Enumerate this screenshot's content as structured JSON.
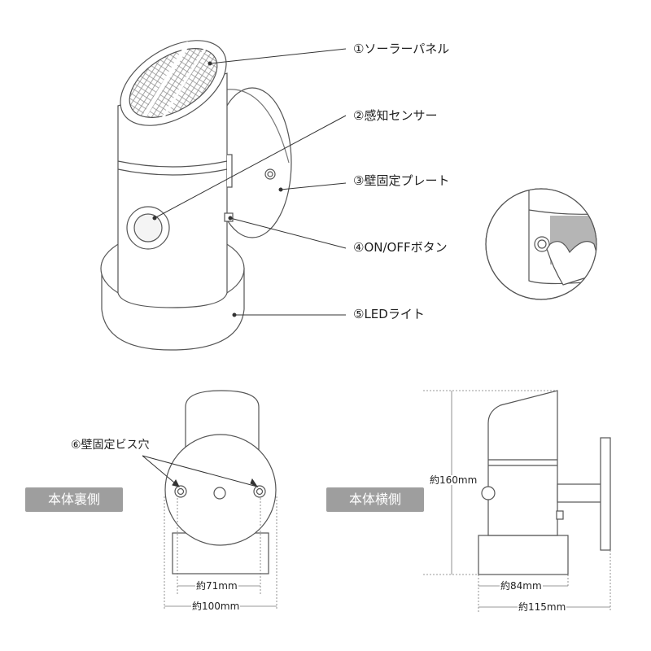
{
  "callouts": [
    {
      "id": "solar-panel",
      "text": "①ソーラーパネル"
    },
    {
      "id": "motion-sensor",
      "text": "②感知センサー"
    },
    {
      "id": "wall-plate",
      "text": "③壁固定プレート"
    },
    {
      "id": "power-button",
      "text": "④ON/OFFボタン"
    },
    {
      "id": "led-light",
      "text": "⑤LEDライト"
    },
    {
      "id": "screw-holes",
      "text": "⑥壁固定ビス穴"
    }
  ],
  "views": {
    "back": "本体裏側",
    "side": "本体横側"
  },
  "dimensions": {
    "back_inner": "約71mm",
    "back_outer": "約100mm",
    "side_height": "約160mm",
    "side_base": "約84mm",
    "side_total": "約115mm"
  },
  "colors": {
    "line": "#555555",
    "badge": "#9e9e9e",
    "badge_text": "#ffffff",
    "panel_gray": "#b5b5b5"
  }
}
